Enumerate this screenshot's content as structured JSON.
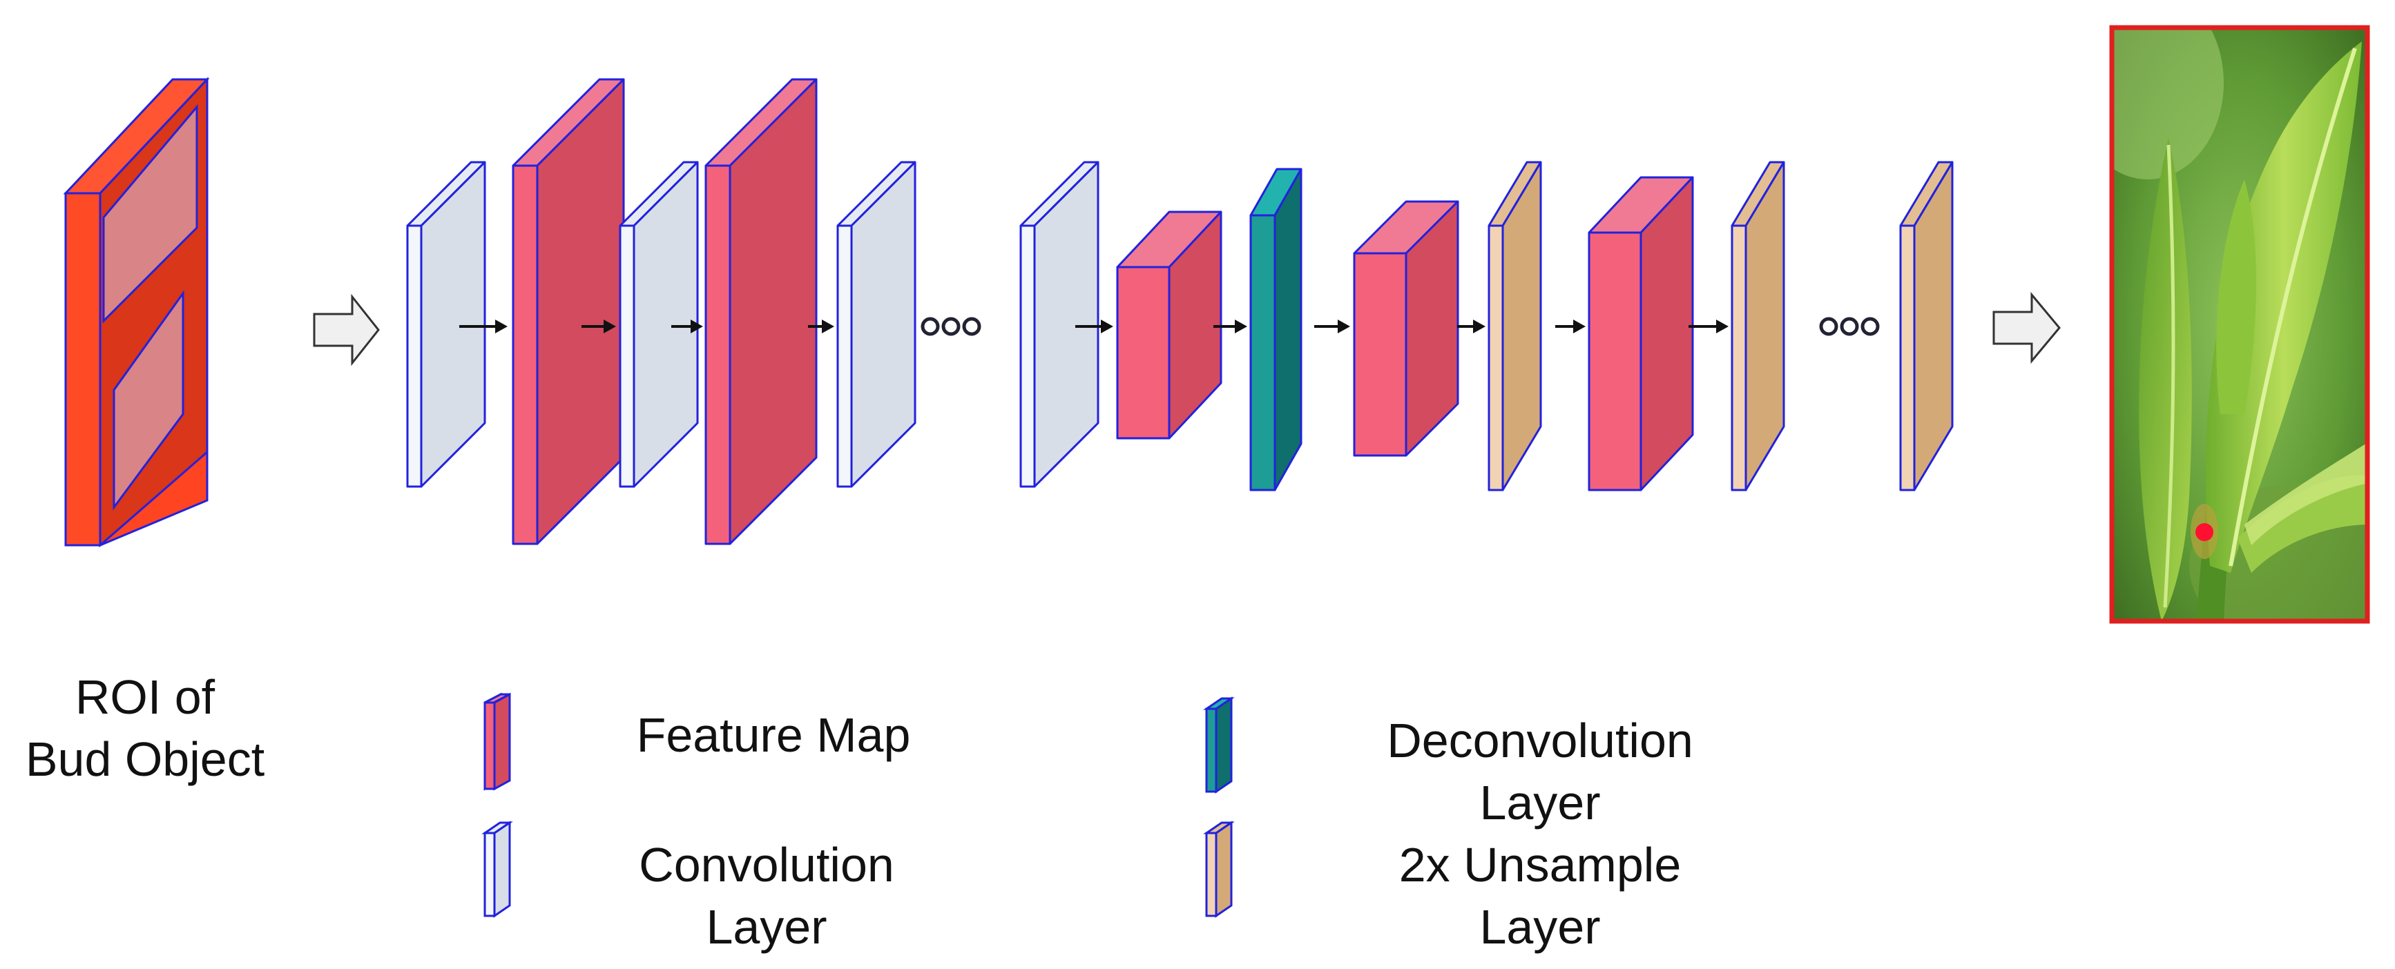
{
  "input_label_lines": [
    "ROI of",
    "Bud Object"
  ],
  "legend": {
    "feature_map": [
      "Feature Map"
    ],
    "convolution": [
      "Convolution",
      "Layer"
    ],
    "deconvolution": [
      "Deconvolution",
      "Layer"
    ],
    "upsample": [
      "2x Unsample",
      "Layer"
    ]
  },
  "colors": {
    "feature_front": "#F3627A",
    "feature_side": "#D34B5E",
    "feature_top": "#F07A93",
    "conv_front": "#F3F6FB",
    "conv_side": "#D8DEE8",
    "conv_top": "#E6EBF3",
    "deconv_front": "#1E9C96",
    "deconv_side": "#0F6F6C",
    "deconv_top": "#22B3AE",
    "upsample_front": "#F1D3B4",
    "upsample_side": "#D4A978",
    "upsample_top": "#E3BE93",
    "edge": "#2222DD",
    "output_border": "#E02020",
    "detected_point": "#FF1030"
  },
  "icons": [
    "right-arrow-icon",
    "ellipsis-icon",
    "leaf-photo",
    "detected-point-marker"
  ]
}
